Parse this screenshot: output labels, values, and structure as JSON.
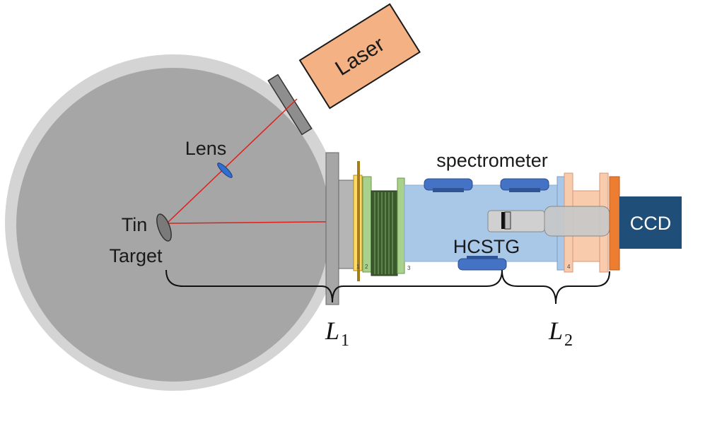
{
  "labels": {
    "laser": "Laser",
    "lens": "Lens",
    "target_line1": "Tin",
    "target_line2": "Target",
    "spectrometer": "spectrometer",
    "grating": "HCSTG",
    "ccd": "CCD",
    "length1": "L",
    "length1_sub": "1",
    "length2": "L",
    "length2_sub": "2"
  },
  "flange_numbers": [
    "1",
    "2",
    "3",
    "4"
  ],
  "colors": {
    "chamber_outer": "#d4d4d4",
    "chamber_inner": "#a6a6a6",
    "laser_box": "#f4b183",
    "beam": "#e0201c",
    "spectrometer_tube": "#a9c8e8",
    "mounts": "#4472c4",
    "bellows": "#3a5a2e",
    "flange_green": "#a9d18e",
    "flange_yellow": "#ffd966",
    "flange_salmon": "#f8cbad",
    "flange_orange": "#ed7d31",
    "ccd_box": "#1f4e79",
    "ccd_text": "#ffffff"
  }
}
